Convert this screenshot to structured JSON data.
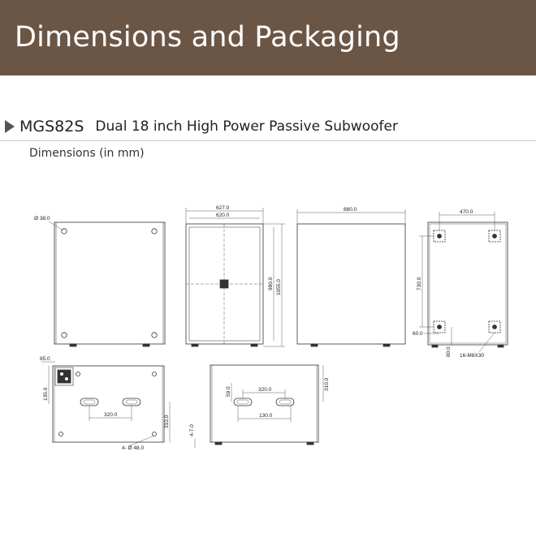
{
  "header": {
    "title": "Dimensions and Packaging"
  },
  "product": {
    "model": "MGS82S",
    "description": "Dual 18 inch High Power Passive Subwoofer"
  },
  "dimensions_label": "Dimensions (in mm)",
  "annotations": {
    "screw_dia": "Ø 38.0",
    "front_width_outer": "627.0",
    "front_width_inner": "620.0",
    "height_inner": "980.0",
    "height_outer": "1055.0",
    "depth": "880.0",
    "rear_span": "470.0",
    "rear_vert": "730.0",
    "rear_edge": "60.0",
    "rear_bottom": "80.0",
    "rear_screw": "16-M8X30",
    "top_w": "85.0",
    "top_h": "135.0",
    "top_slot_span": "320.0",
    "top_depth": "310.0",
    "top_holes": "4- Ø 48.0",
    "side_slot_span": "320.0",
    "side_slot_h": "59.0",
    "side_slot_w": "130.0",
    "side_depth": "310.0",
    "side_foot": "4-7.0"
  },
  "colors": {
    "banner": "#6b5646",
    "banner_text": "#ffffff",
    "line": "#333333"
  }
}
